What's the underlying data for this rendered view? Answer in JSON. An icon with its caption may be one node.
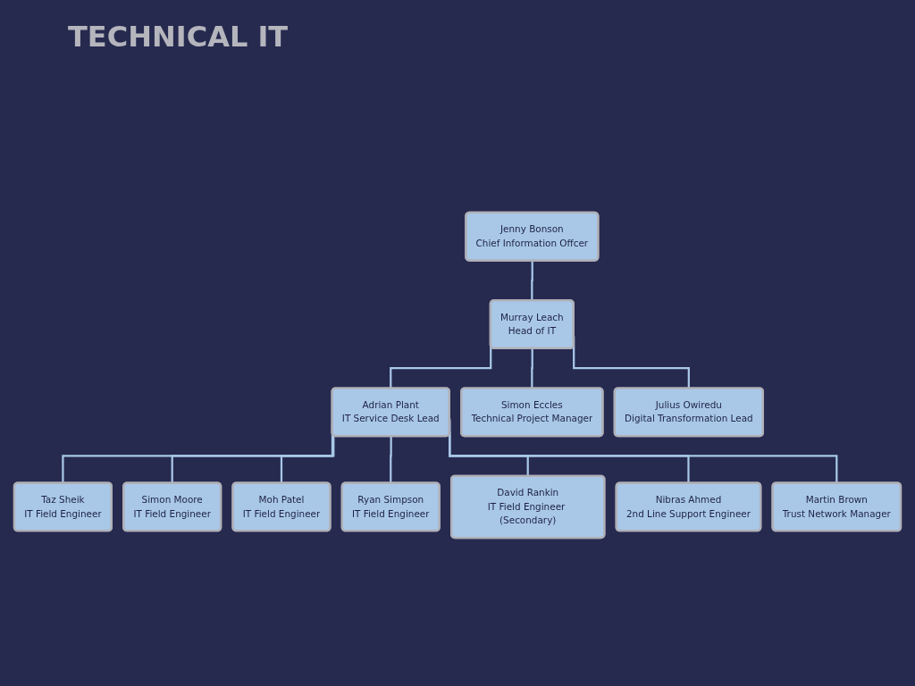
{
  "diagram": {
    "title": "TECHNICAL IT",
    "nodes": [
      {
        "text": [
          "Jenny Bonson",
          "Chief Information Offcer"
        ]
      },
      {
        "text": [
          "Murray Leach",
          "Head of IT"
        ]
      },
      {
        "text": [
          "Adrian Plant",
          "IT Service Desk Lead"
        ]
      },
      {
        "text": [
          "Simon Eccles",
          "Technical Project Manager"
        ]
      },
      {
        "text": [
          "Julius Owiredu",
          "Digital Transformation Lead"
        ]
      },
      {
        "text": [
          "Nibras Ahmed",
          "2nd Line Support Engineer"
        ]
      },
      {
        "text": [
          "Martin Brown",
          "Trust Network Manager"
        ]
      },
      {
        "text": [
          "Taz Sheik",
          "IT Field Engineer"
        ]
      },
      {
        "text": [
          "Simon Moore",
          "IT Field Engineer"
        ]
      },
      {
        "text": [
          "Moh Patel",
          "IT Field Engineer"
        ]
      },
      {
        "text": [
          "Ryan Simpson",
          "IT Field Engineer"
        ]
      },
      {
        "text": [
          "David Rankin",
          "IT Field Engineer (Secondary)"
        ]
      }
    ],
    "edges": [
      {
        "from": 0,
        "to": 1,
        "arrow": "none"
      },
      {
        "from": 1,
        "to": 4,
        "arrow": "none"
      },
      {
        "from": 1,
        "to": 2,
        "arrow": "none"
      },
      {
        "from": 1,
        "to": 3,
        "arrow": "none"
      },
      {
        "from": 2,
        "to": 7,
        "arrow": "none"
      },
      {
        "from": 2,
        "to": 8,
        "arrow": "none"
      },
      {
        "from": 2,
        "to": 9,
        "arrow": "none"
      },
      {
        "from": 2,
        "to": 10,
        "arrow": "none"
      },
      {
        "from": 2,
        "to": 11,
        "arrow": "none"
      },
      {
        "from": 2,
        "to": 5,
        "arrow": "none"
      },
      {
        "from": 2,
        "to": 6,
        "arrow": "none"
      }
    ]
  }
}
